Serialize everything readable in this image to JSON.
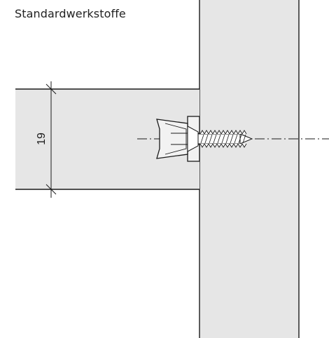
{
  "title": "Standardwerkstoffe",
  "dimension": {
    "value": "19"
  },
  "colors": {
    "panel_fill": "#e6e6e6",
    "stroke": "#1a1a1a",
    "plug_fill": "#f2f2f2",
    "screw_fill": "#ffffff",
    "background": "#ffffff"
  },
  "parts": [
    {
      "name": "wall",
      "description": ""
    },
    {
      "name": "board",
      "description": ""
    },
    {
      "name": "dowel",
      "description": ""
    },
    {
      "name": "screw",
      "description": ""
    }
  ]
}
